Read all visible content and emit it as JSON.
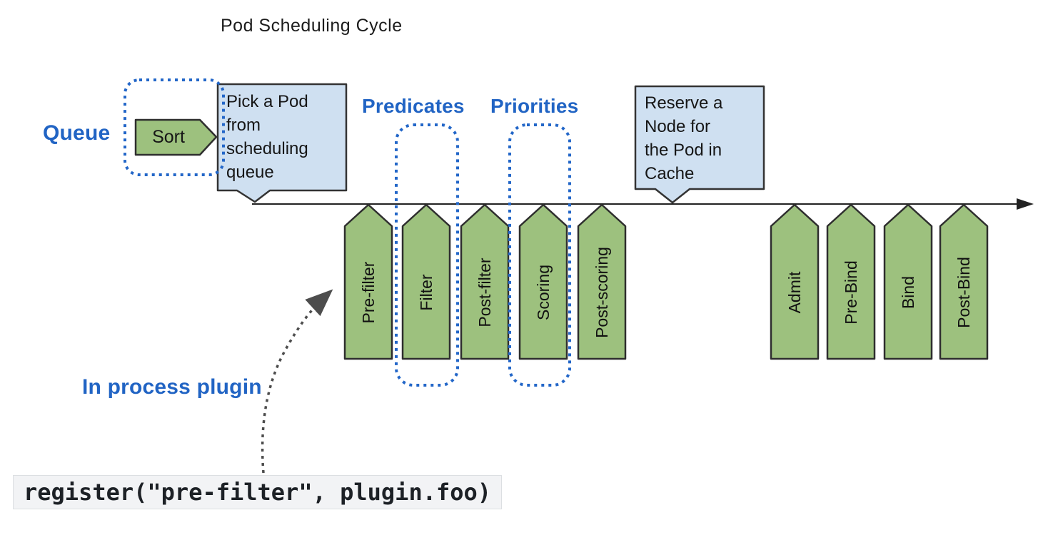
{
  "diagram": {
    "title": "Pod Scheduling Cycle",
    "queue_section": {
      "label": "Queue",
      "sort_stage": "Sort"
    },
    "pick_pod_callout": {
      "lines": [
        "Pick a Pod",
        "from",
        "scheduling",
        "queue"
      ]
    },
    "reserve_callout": {
      "lines": [
        "Reserve a",
        "Node for",
        "the Pod in",
        "Cache"
      ]
    },
    "predicates_label": "Predicates",
    "priorities_label": "Priorities",
    "scheduling_stages": [
      "Pre-filter",
      "Filter",
      "Post-filter",
      "Scoring",
      "Post-scoring"
    ],
    "binding_stages": [
      "Admit",
      "Pre-Bind",
      "Bind",
      "Post-Bind"
    ],
    "in_process_label": "In process plugin",
    "code_snippet": "register(\"pre-filter\", plugin.foo)",
    "colors": {
      "stage_green": "#9dc17e",
      "callout_blue_fill": "#cfe0f1",
      "accent_blue": "#2164c4",
      "outline_dark": "#333333",
      "dotted_arrow_gray": "#4d4d4d",
      "code_background": "#f2f3f5"
    }
  }
}
